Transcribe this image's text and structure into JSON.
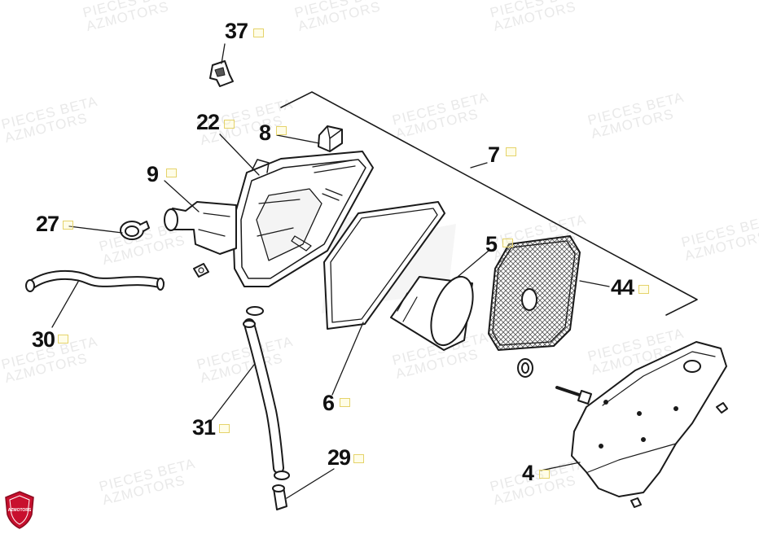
{
  "diagram": {
    "parts": [
      {
        "ref": "37"
      },
      {
        "ref": "22"
      },
      {
        "ref": "8"
      },
      {
        "ref": "9"
      },
      {
        "ref": "7"
      },
      {
        "ref": "27"
      },
      {
        "ref": "5"
      },
      {
        "ref": "44"
      },
      {
        "ref": "30"
      },
      {
        "ref": "6"
      },
      {
        "ref": "31"
      },
      {
        "ref": "29"
      },
      {
        "ref": "4"
      }
    ]
  },
  "watermark": {
    "line1": "PIECES BETA",
    "line2": "AZMOTORS"
  },
  "logo": {
    "text": "AZMOTORS",
    "color": "#c8102e"
  },
  "colors": {
    "line": "#1a1a1a",
    "marker": "#e5d36a",
    "watermark": "#e9e9e9"
  }
}
